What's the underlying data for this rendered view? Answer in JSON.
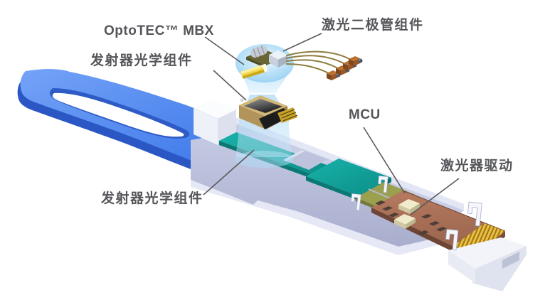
{
  "figure": {
    "labels": {
      "optotec": "OptoTEC™ MBX",
      "laser_diode_assembly": "激光二极管组件",
      "transmitter_optics_top": "发射器光学组件",
      "mcu": "MCU",
      "laser_driver": "激光器驱动",
      "transmitter_optics_bottom": "发射器光学组件"
    },
    "colors": {
      "label_text": "#55565A",
      "leader_line": "#595A5E",
      "pull_tab_blue": "#4A82EE",
      "pull_tab_dark": "#2E5BC6",
      "housing_lavender": "#B7BCDA",
      "housing_light": "#EDEFF7",
      "optics_teal": "#10A19B",
      "olive_board": "#9AA04E",
      "pcb_copper": "#AC6F56",
      "gold_fingers": "#D9A726",
      "chip_cream": "#F0EBCB",
      "magnifier_beam": "#A9D9F7",
      "tosa_gold": "#C3A567",
      "tec_yellow": "#F2D84A",
      "wire_gold": "#8F7D40"
    }
  }
}
